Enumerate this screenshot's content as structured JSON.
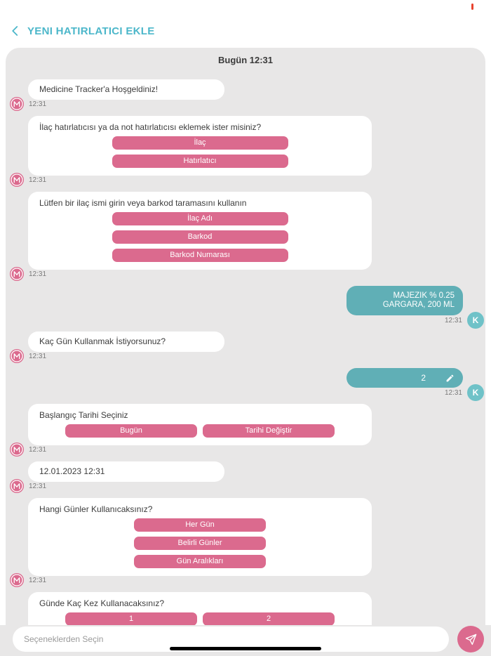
{
  "header": {
    "title": "YENI HATIRLATICI EKLE",
    "back_icon": "chevron-left"
  },
  "chat": {
    "date_header": "Bugün 12:31",
    "bot_avatar_letter": "M",
    "user_avatar_letter": "K",
    "messages": [
      {
        "sender": "bot",
        "text": "Medicine Tracker'a Hoşgeldiniz!",
        "time": "12:31"
      },
      {
        "sender": "bot",
        "text": "İlaç hatırlatıcısı ya da not hatırlatıcısı eklemek ister misiniz?",
        "time": "12:31",
        "buttons": [
          "İlaç",
          "Hatırlatıcı"
        ]
      },
      {
        "sender": "bot",
        "text": "Lütfen bir ilaç ismi girin veya barkod taramasını kullanın",
        "time": "12:31",
        "buttons": [
          "İlaç Adı",
          "Barkod",
          "Barkod Numarası"
        ]
      },
      {
        "sender": "user",
        "text": "MAJEZIK % 0.25 GARGARA, 200 ML",
        "time": "12:31"
      },
      {
        "sender": "bot",
        "text": "Kaç Gün Kullanmak İstiyorsunuz?",
        "time": "12:31"
      },
      {
        "sender": "user",
        "text": "2",
        "time": "12:31",
        "editable": true
      },
      {
        "sender": "bot",
        "text": "Başlangıç Tarihi Seçiniz",
        "time": "12:31",
        "buttons": [
          "Bugün",
          "Tarihi Değiştir"
        ]
      },
      {
        "sender": "bot",
        "text": "12.01.2023 12:31",
        "time": "12:31"
      },
      {
        "sender": "bot",
        "text": "Hangi Günler Kullanıcaksınız?",
        "time": "12:31",
        "buttons": [
          "Her Gün",
          "Belirli Günler",
          "Gün Aralıkları"
        ]
      },
      {
        "sender": "bot",
        "text": "Günde Kaç Kez Kullanacaksınız?",
        "buttons": [
          "1",
          "2"
        ]
      }
    ]
  },
  "composer": {
    "placeholder": "Seçeneklerden Seçin"
  },
  "colors": {
    "accent_pink": "#db6a8e",
    "accent_teal": "#60afb6",
    "user_avatar_teal": "#6fc2c8",
    "title_teal": "#4cb7ca",
    "chat_background": "#e8e7e7"
  }
}
